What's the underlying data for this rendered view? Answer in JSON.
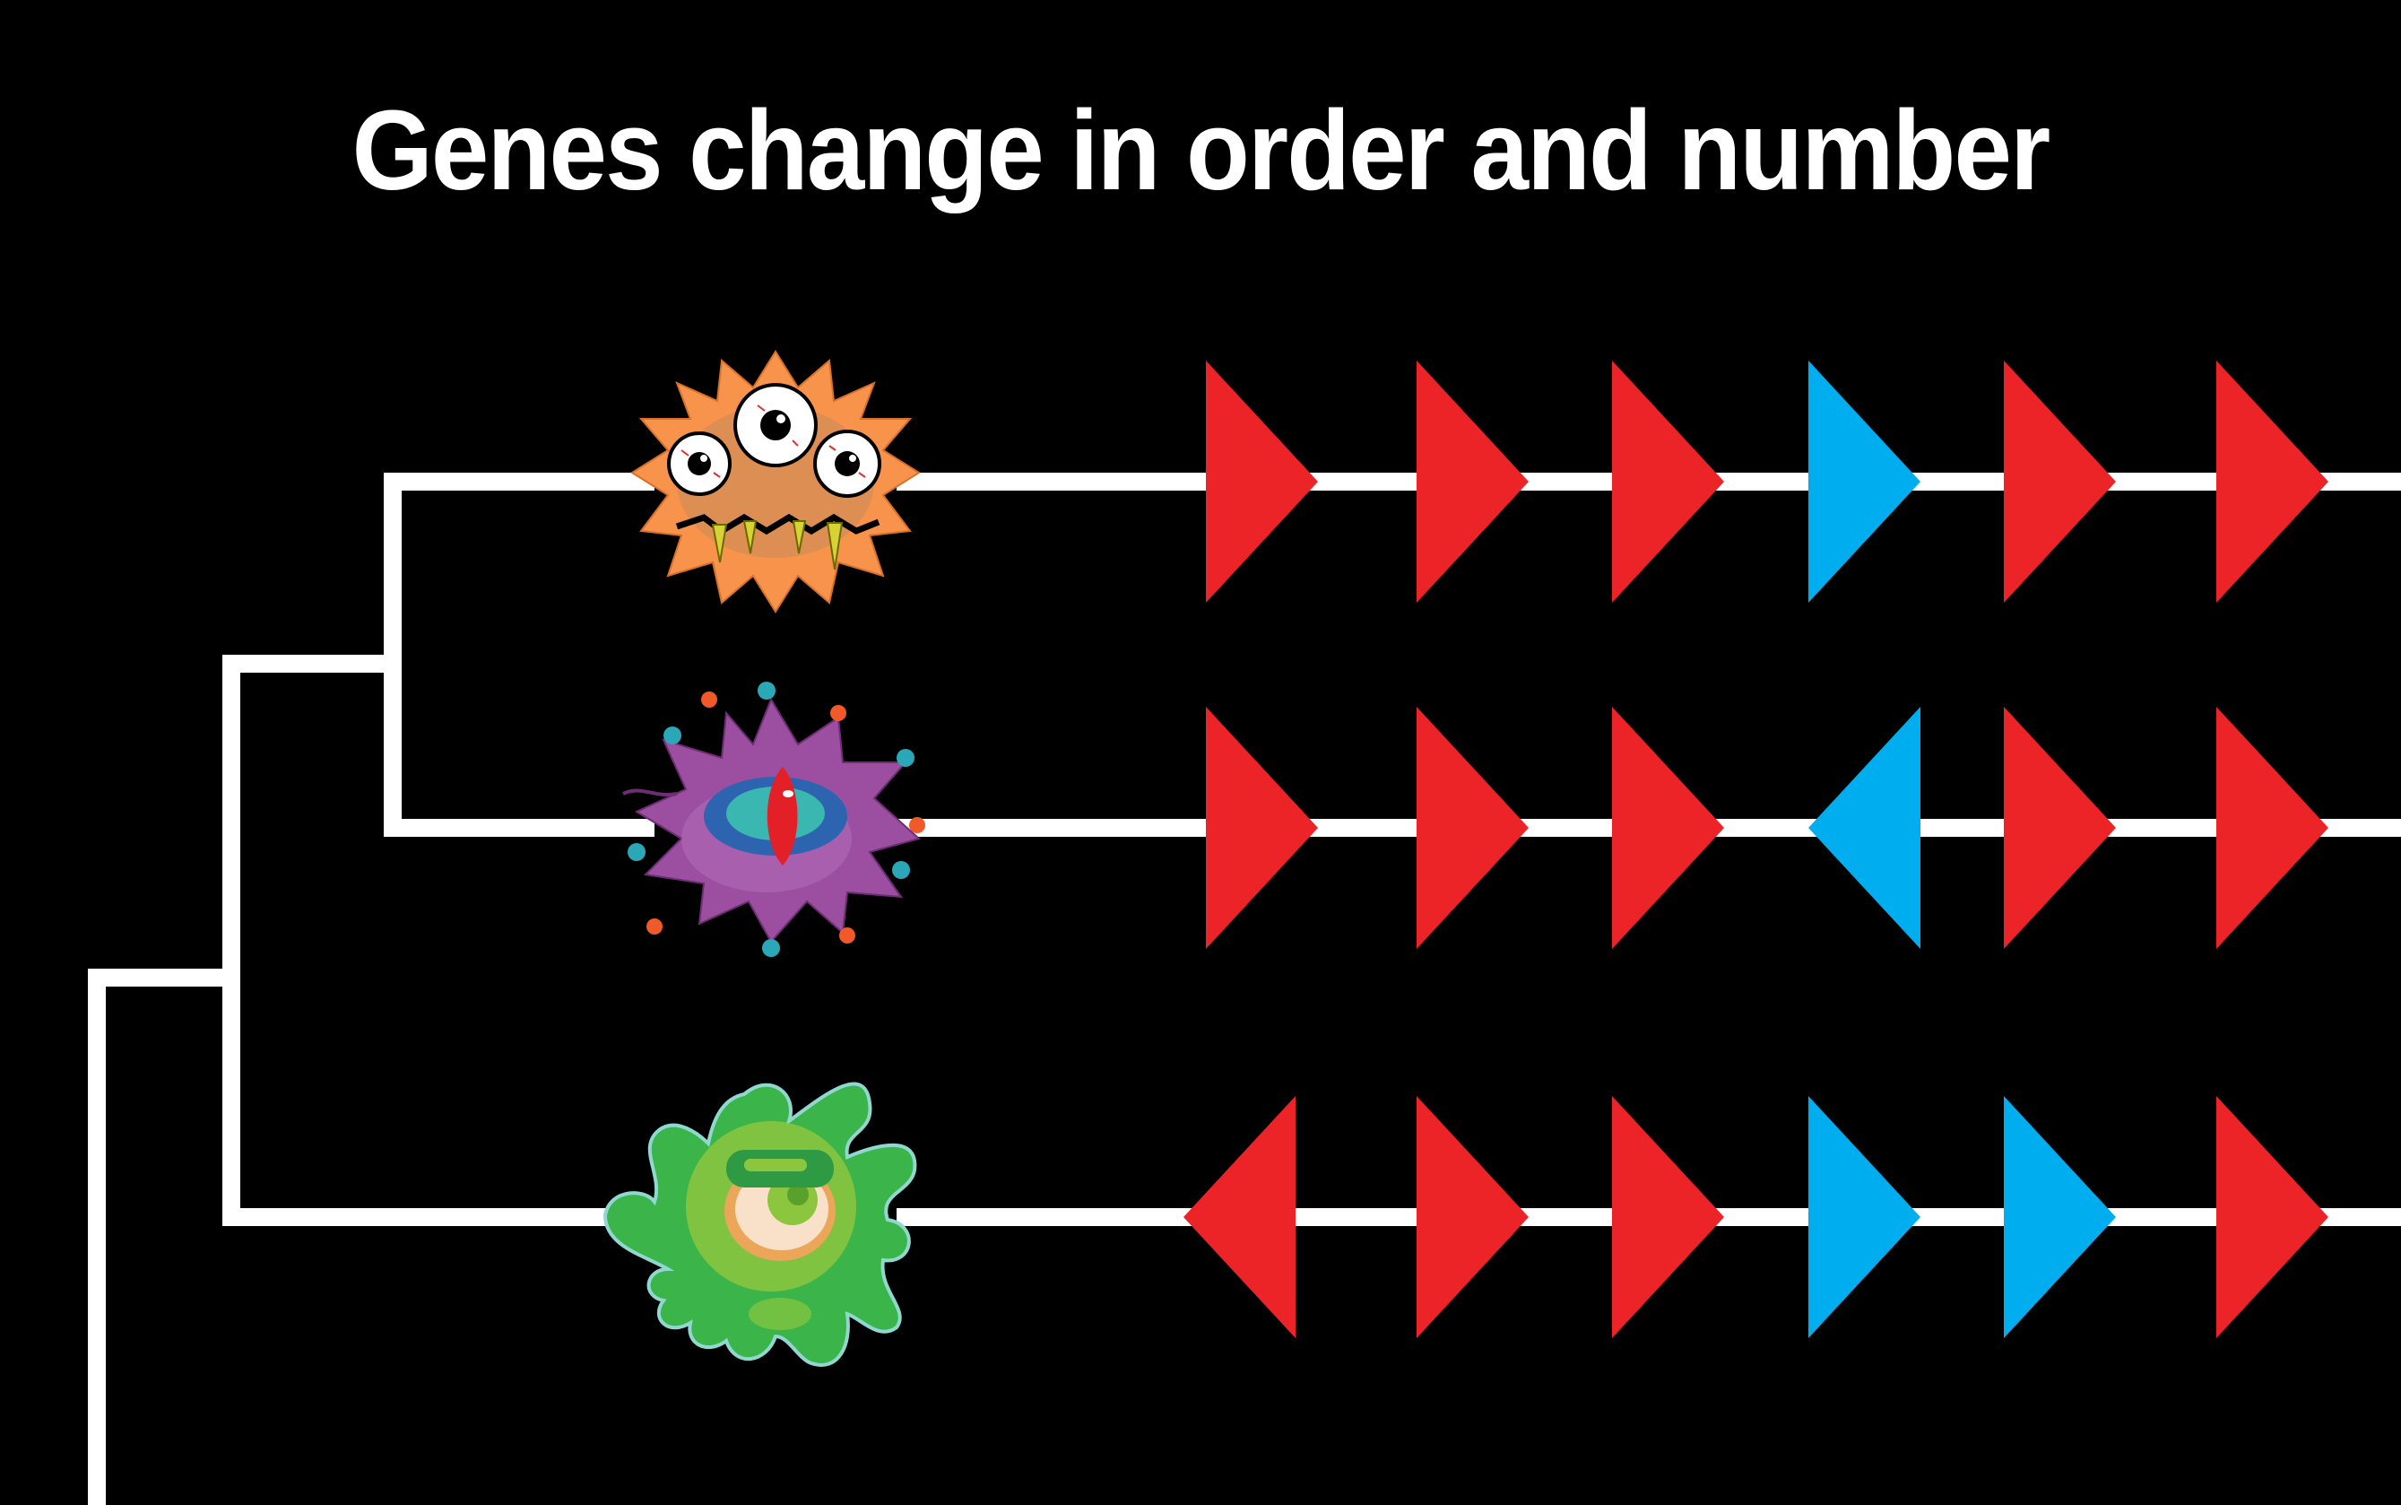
{
  "title": "Genes change in order and number",
  "colors": {
    "background": "#000000",
    "line": "#ffffff",
    "gene_red": "#ec2327",
    "gene_blue": "#00aeef",
    "microbe_orange": "#f7934a",
    "microbe_purple": "#9c4ea0",
    "microbe_green": "#3bb54a"
  },
  "lineages": [
    {
      "name": "orange-three-eyed-microbe",
      "icon": "orange-microbe-icon",
      "genes": [
        {
          "color": "red",
          "direction": "right"
        },
        {
          "color": "red",
          "direction": "right"
        },
        {
          "color": "red",
          "direction": "right"
        },
        {
          "color": "blue",
          "direction": "right"
        },
        {
          "color": "red",
          "direction": "right"
        },
        {
          "color": "red",
          "direction": "right"
        }
      ]
    },
    {
      "name": "purple-one-eyed-microbe",
      "icon": "purple-microbe-icon",
      "genes": [
        {
          "color": "red",
          "direction": "right"
        },
        {
          "color": "red",
          "direction": "right"
        },
        {
          "color": "red",
          "direction": "right"
        },
        {
          "color": "blue",
          "direction": "left"
        },
        {
          "color": "red",
          "direction": "right"
        },
        {
          "color": "red",
          "direction": "right"
        }
      ]
    },
    {
      "name": "green-blob-microbe",
      "icon": "green-microbe-icon",
      "genes": [
        {
          "color": "red",
          "direction": "left"
        },
        {
          "color": "red",
          "direction": "right"
        },
        {
          "color": "red",
          "direction": "right"
        },
        {
          "color": "blue",
          "direction": "right"
        },
        {
          "color": "blue",
          "direction": "right"
        },
        {
          "color": "red",
          "direction": "right"
        }
      ]
    }
  ]
}
